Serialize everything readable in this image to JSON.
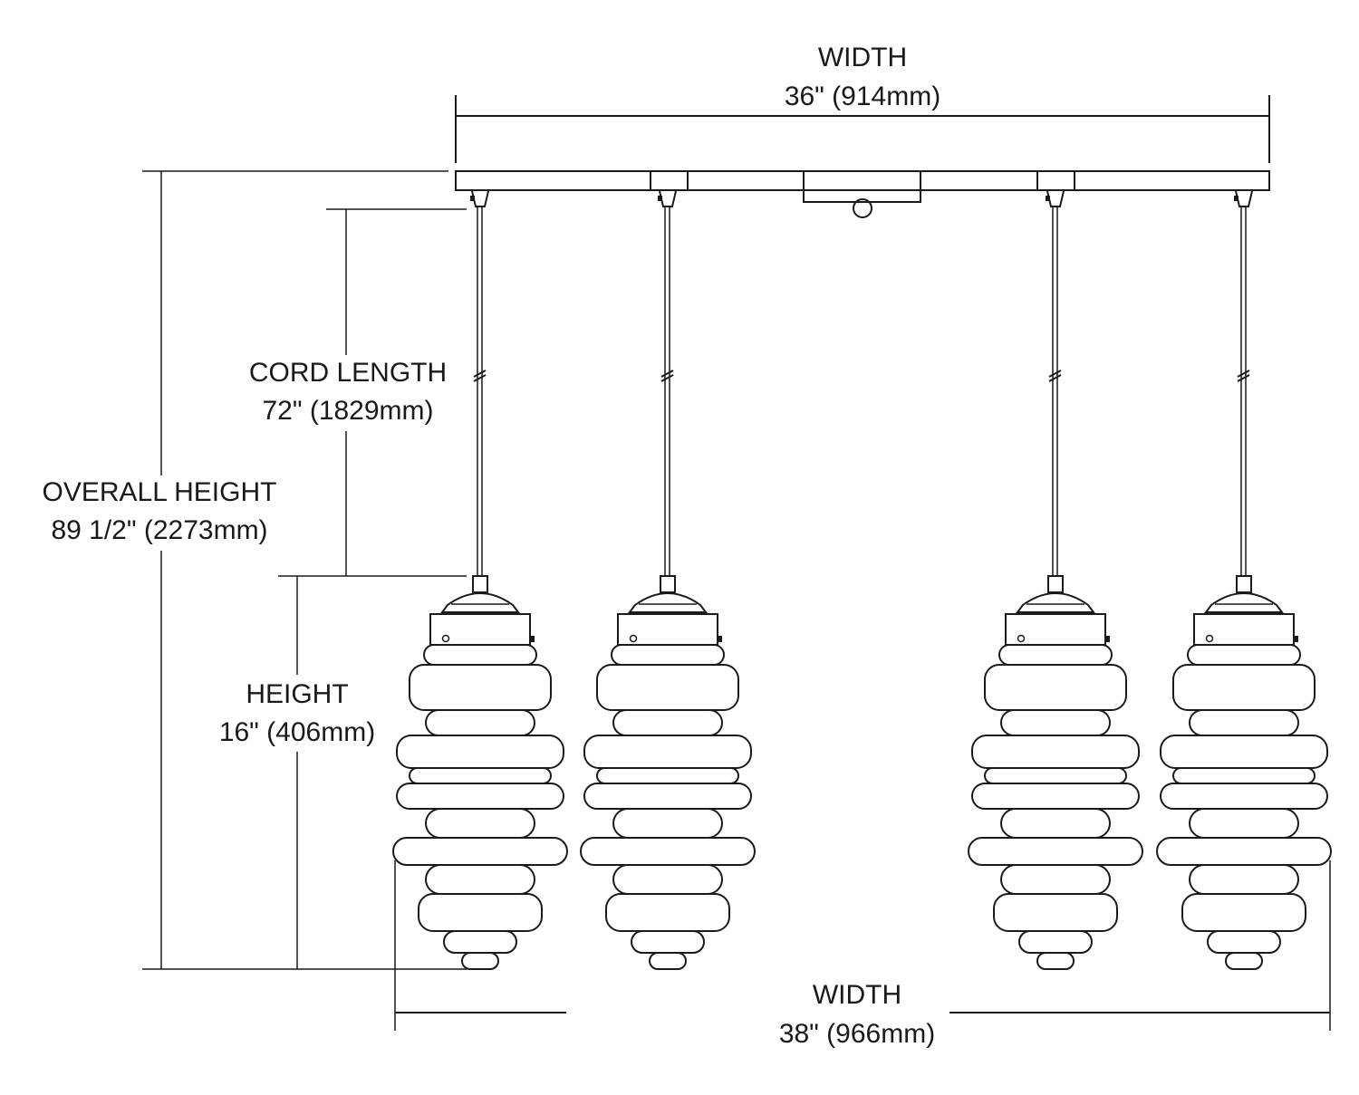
{
  "title": "Linear Multi-Pendant Light Fixture Dimension Drawing",
  "product": {
    "pendant_count": 4,
    "canopy_type": "linear bar canopy",
    "shade_style": "ribbed beehive glass"
  },
  "dimensions": {
    "canopy_width": {
      "label": "WIDTH",
      "value": "36\" (914mm)"
    },
    "cord_length": {
      "label": "CORD LENGTH",
      "value": "72\" (1829mm)"
    },
    "overall_height": {
      "label": "OVERALL HEIGHT",
      "value": "89 1/2\" (2273mm)"
    },
    "pendant_height": {
      "label": "HEIGHT",
      "value": "16\" (406mm)"
    },
    "overall_width": {
      "label": "WIDTH",
      "value": "38\" (966mm)"
    }
  },
  "colors": {
    "line": "#1a1a1a",
    "background": "#ffffff"
  }
}
